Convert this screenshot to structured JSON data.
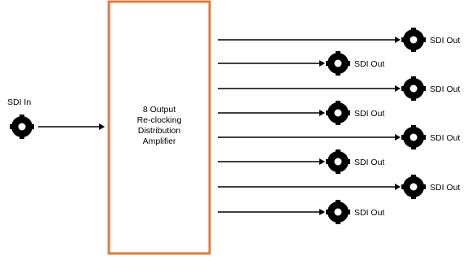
{
  "input": {
    "label": "SDI In"
  },
  "device": {
    "lines": [
      "8 Output",
      "Re-clocking",
      "Distribution",
      "Amplifier"
    ],
    "border_color": "#e07b3f"
  },
  "outputs": [
    {
      "label": "SDI Out"
    },
    {
      "label": "SDI Out"
    },
    {
      "label": "SDI Out"
    },
    {
      "label": "SDI Out"
    },
    {
      "label": "SDI Out"
    },
    {
      "label": "SDI Out"
    },
    {
      "label": "SDI Out"
    },
    {
      "label": "SDI Out"
    }
  ],
  "icons": {
    "connector": "bnc-connector-icon",
    "arrow": "arrowhead-icon"
  }
}
